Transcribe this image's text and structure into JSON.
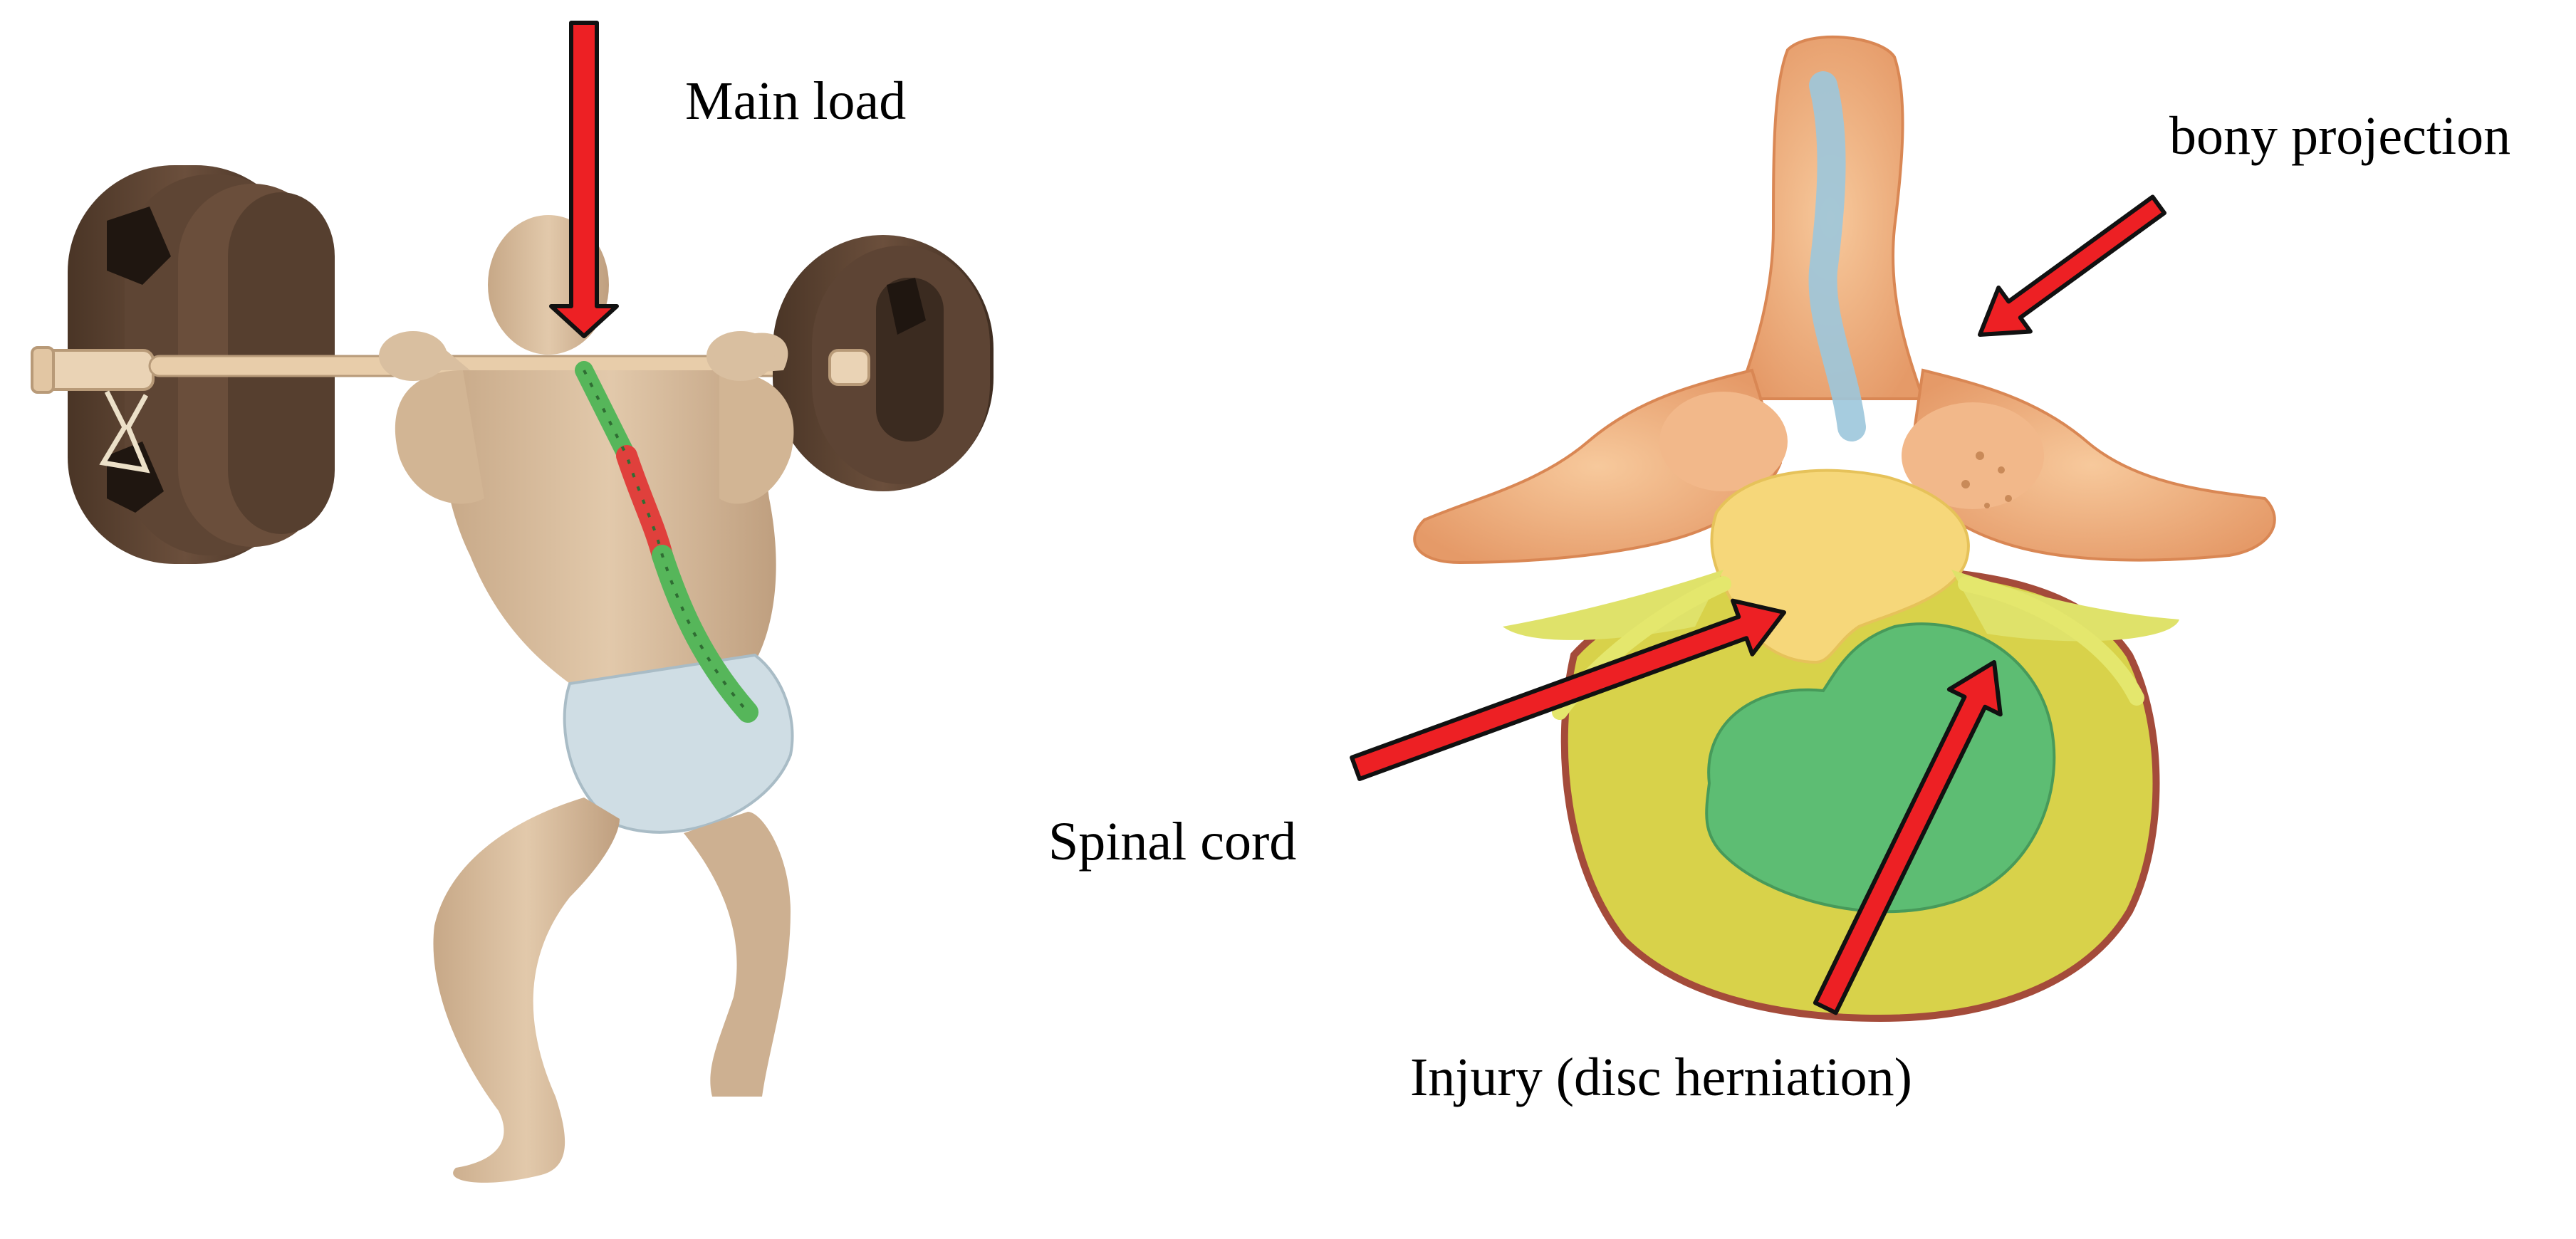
{
  "labels": {
    "main_load": "Main load",
    "bony_projection": "bony projection",
    "spinal_cord": "Spinal cord",
    "injury": "Injury (disc herniation)"
  },
  "colors": {
    "arrow_fill": "#ed2024",
    "arrow_outline": "#111111",
    "skin": "#d9bfa0",
    "plate": "#5a4232",
    "spine_green": "#56b65a",
    "spine_red": "#e0403c",
    "shorts": "#cfdde4",
    "bone": "#eeb184",
    "canal_blue": "#9cc6dc",
    "cord_yellow": "#f6d77a",
    "annulus": "#d8d24a",
    "nucleus": "#5dbd73"
  }
}
